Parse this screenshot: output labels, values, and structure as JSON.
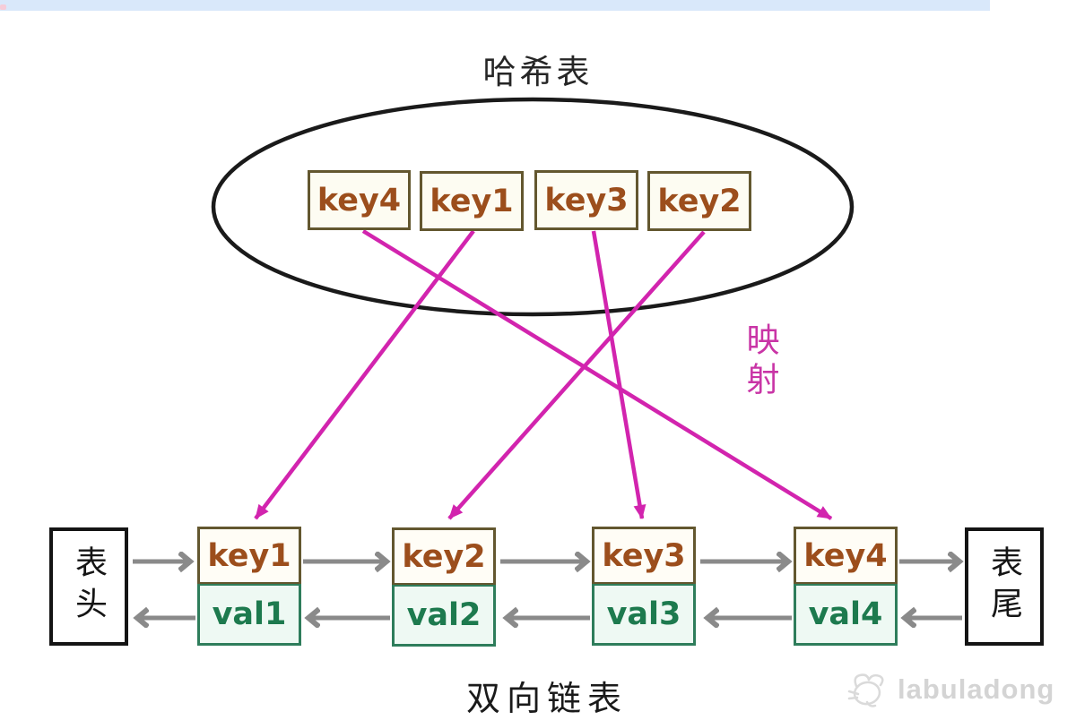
{
  "hash_table": {
    "title": "哈希表",
    "keys": [
      "key4",
      "key1",
      "key3",
      "key2"
    ]
  },
  "mapping": {
    "label": "映射",
    "pairs": [
      {
        "from": "key1",
        "to": "node-key1"
      },
      {
        "from": "key2",
        "to": "node-key2"
      },
      {
        "from": "key3",
        "to": "node-key3"
      },
      {
        "from": "key4",
        "to": "node-key4"
      }
    ]
  },
  "linked_list": {
    "title": "双向链表",
    "head_label": "表头",
    "tail_label": "表尾",
    "nodes": [
      {
        "key": "key1",
        "val": "val1"
      },
      {
        "key": "key2",
        "val": "val2"
      },
      {
        "key": "key3",
        "val": "val3"
      },
      {
        "key": "key4",
        "val": "val4"
      }
    ]
  },
  "watermark": {
    "text": "labuladong"
  },
  "colors": {
    "magenta_arrow": "#d224ae",
    "gray_arrow": "#8a8a8a",
    "key_text": "#9c4e1c",
    "val_text": "#1d7a4e",
    "key_border": "#63572f",
    "val_border": "#2e7d5b",
    "outline_black": "#1a1a1a",
    "top_strip": "#d9e8fa",
    "watermark_gray": "#d4d4d4"
  }
}
